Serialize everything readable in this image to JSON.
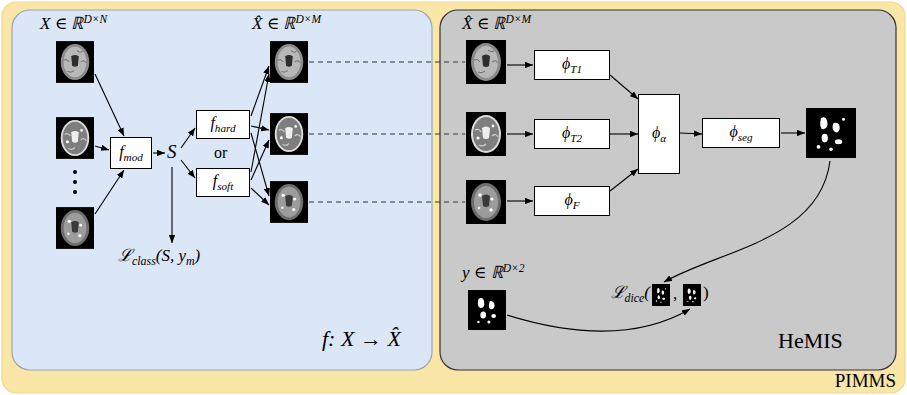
{
  "diagram": {
    "nodes": [
      {
        "text": [
          "PIMMS"
        ]
      },
      {
        "text": [
          "f: X → X̂"
        ],
        "in": 0
      },
      {
        "text": [
          "HeMIS"
        ],
        "in": 0
      },
      {
        "text": [
          "fmod"
        ],
        "in": 1
      },
      {
        "text": [
          "fhard"
        ],
        "in": 1
      },
      {
        "text": [
          "fsoft"
        ],
        "in": 1
      },
      {
        "text": [
          "ϕT1"
        ],
        "in": 2
      },
      {
        "text": [
          "ϕT2"
        ],
        "in": 2
      },
      {
        "text": [
          "ϕF"
        ],
        "in": 2
      },
      {
        "text": [
          "ϕα"
        ],
        "in": 2
      },
      {
        "text": [
          "ϕseg"
        ],
        "in": 2
      }
    ],
    "edges": [
      {
        "from": 6,
        "to": 9,
        "arrow": "to"
      },
      {
        "from": 7,
        "to": 9,
        "arrow": "to"
      },
      {
        "from": 8,
        "to": 9,
        "arrow": "to"
      },
      {
        "from": 9,
        "to": 10,
        "arrow": "to"
      }
    ],
    "labels": [
      "X ∈ ℝD×N",
      "S",
      "or",
      "X̂ ∈ ℝD×M",
      "ℒclass(S, ym)",
      "X̂ ∈ ℝD×M",
      "y ∈ ℝD×2",
      "ℒdice(",
      ",",
      ")"
    ]
  }
}
